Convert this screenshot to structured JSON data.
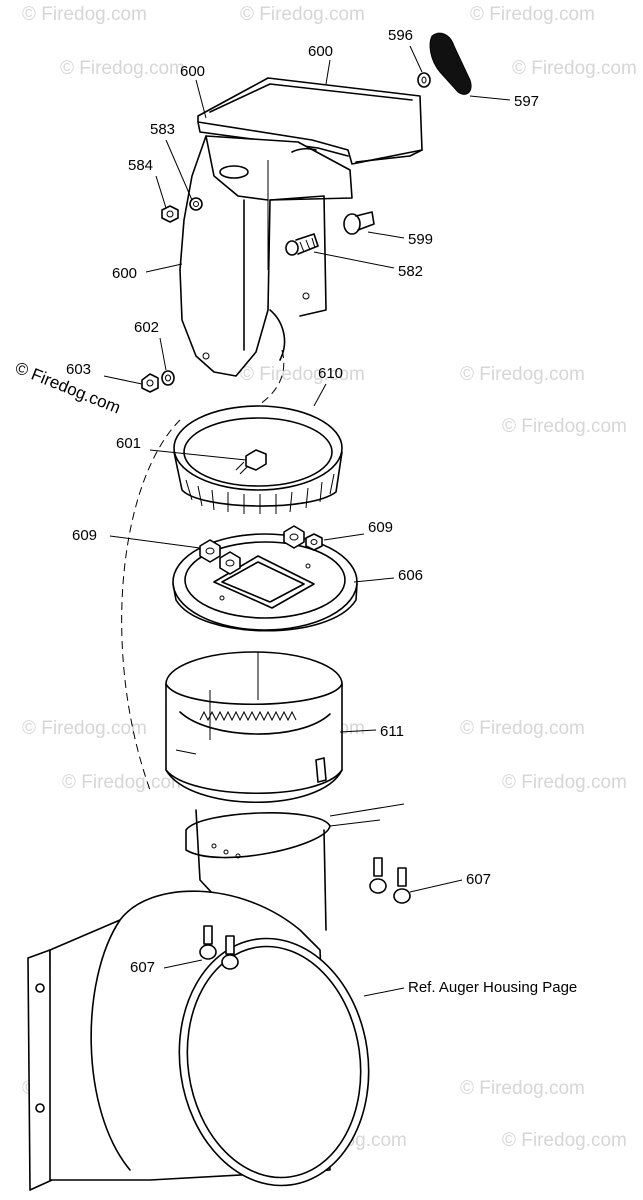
{
  "watermark": "© Firedog.com",
  "callouts": {
    "c596": "596",
    "c600_top": "600",
    "c597": "597",
    "c600_left": "600",
    "c583": "583",
    "c584": "584",
    "c599": "599",
    "c582": "582",
    "c600_body": "600",
    "c602": "602",
    "c603": "603",
    "c610": "610",
    "c601": "601",
    "c609_left": "609",
    "c609_right": "609",
    "c606": "606",
    "c611": "611",
    "c607_right": "607",
    "c607_left": "607",
    "ref_auger": "Ref. Auger Housing Page"
  }
}
